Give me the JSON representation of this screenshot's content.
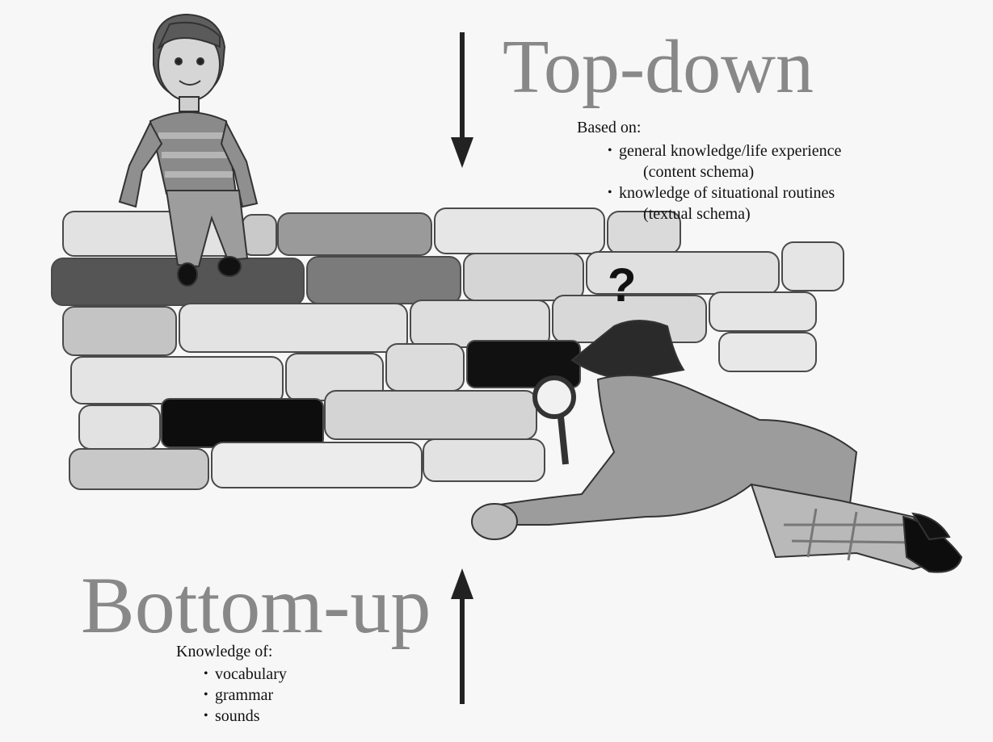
{
  "top_down": {
    "title": "Top-down",
    "caption": "Based on:",
    "items": [
      {
        "text": "general knowledge/life experience",
        "sub": "(content schema)"
      },
      {
        "text": "knowledge of situational routines",
        "sub": "(textual schema)"
      }
    ]
  },
  "bottom_up": {
    "title": "Bottom-up",
    "caption": "Knowledge of:",
    "items": [
      "vocabulary",
      "grammar",
      "sounds"
    ]
  },
  "question_mark": "?"
}
